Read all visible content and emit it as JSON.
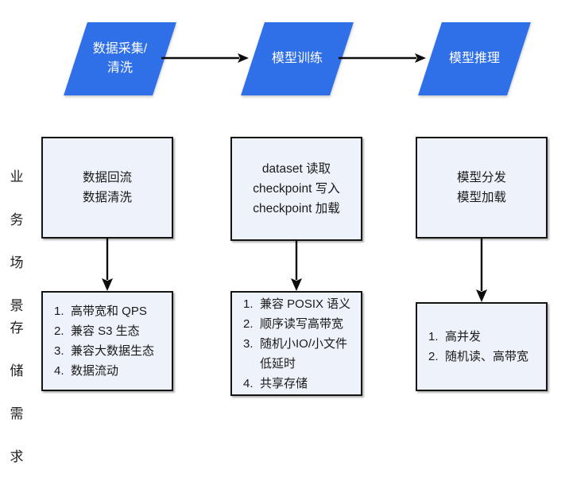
{
  "diagram": {
    "title_rows": [
      {
        "id": "business-scenario",
        "label": "业务\n场景",
        "chars": [
          "业",
          "务",
          "场",
          "景"
        ]
      },
      {
        "id": "storage-requirement",
        "label": "存储\n需求",
        "chars": [
          "存",
          "储",
          "需",
          "求"
        ]
      }
    ],
    "pipeline": [
      {
        "id": "data-collection",
        "label": "数据采集/\n清洗",
        "fill": "#2f6fe8",
        "text_color": "#ffffff"
      },
      {
        "id": "model-training",
        "label": "模型训练",
        "fill": "#2f6fe8",
        "text_color": "#ffffff"
      },
      {
        "id": "model-inference",
        "label": "模型推理",
        "fill": "#2f6fe8",
        "text_color": "#ffffff"
      }
    ],
    "arrows": [
      {
        "id": "collect-to-train",
        "direction": "right"
      },
      {
        "id": "train-to-infer",
        "direction": "right"
      },
      {
        "id": "scenario-1-to-req-1",
        "direction": "down"
      },
      {
        "id": "scenario-2-to-req-2",
        "direction": "down"
      },
      {
        "id": "scenario-3-to-req-3",
        "direction": "down"
      }
    ],
    "scenarios": [
      {
        "id": "scenario-data",
        "lines": [
          "数据回流",
          "数据清洗"
        ]
      },
      {
        "id": "scenario-training",
        "lines": [
          "dataset 读取",
          "checkpoint 写入",
          "checkpoint 加载"
        ]
      },
      {
        "id": "scenario-inference",
        "lines": [
          "模型分发",
          "模型加载"
        ]
      }
    ],
    "requirements": [
      {
        "id": "requirement-data",
        "items": [
          {
            "num": "1.",
            "text": "高带宽和 QPS"
          },
          {
            "num": "2.",
            "text": "兼容 S3 生态"
          },
          {
            "num": "3.",
            "text": "兼容大数据生态"
          },
          {
            "num": "4.",
            "text": "数据流动"
          }
        ]
      },
      {
        "id": "requirement-training",
        "items": [
          {
            "num": "1.",
            "text": "兼容 POSIX 语义"
          },
          {
            "num": "2.",
            "text": "顺序读写高带宽"
          },
          {
            "num": "3.",
            "text": "随机小IO/小文件\n低延时"
          },
          {
            "num": "4.",
            "text": "共享存储"
          }
        ]
      },
      {
        "id": "requirement-inference",
        "items": [
          {
            "num": "1.",
            "text": "高并发"
          },
          {
            "num": "2.",
            "text": "随机读、高带宽"
          }
        ]
      }
    ],
    "colors": {
      "accent_blue": "#2f6fe8",
      "box_fill": "#eef2fa",
      "box_border": "#151515",
      "arrow": "#0d0d0d",
      "text": "#1a1a1a",
      "background": "#ffffff"
    }
  }
}
